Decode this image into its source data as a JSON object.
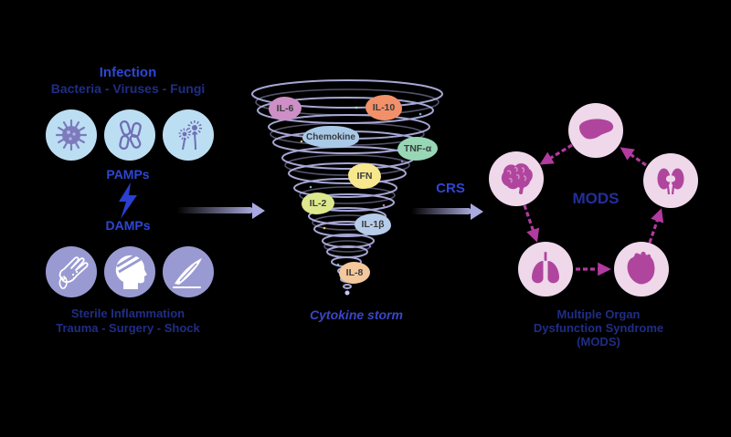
{
  "infection": {
    "title": "Infection",
    "subtitle": "Bacteria - Viruses - Fungi",
    "icons": [
      "virus-icon",
      "bacteria-icon",
      "fungi-icon"
    ]
  },
  "cascade": {
    "pamps_label": "PAMPs",
    "damps_label": "DAMPs",
    "icon": "lightning-bolt-icon"
  },
  "sterile": {
    "title": "Sterile Inflammation",
    "subtitle": "Trauma - Surgery - Shock",
    "icons": [
      "burn-hand-icon",
      "head-trauma-icon",
      "surgery-scalpel-icon"
    ]
  },
  "storm": {
    "caption": "Cytokine storm",
    "crs_label": "CRS",
    "cytokines": [
      {
        "label": "IL-6",
        "color": "#cd8fc5"
      },
      {
        "label": "IL-10",
        "color": "#f29069"
      },
      {
        "label": "Chemokine",
        "color": "#a9c9e8"
      },
      {
        "label": "TNF-α",
        "color": "#97d7b6"
      },
      {
        "label": "IFN",
        "color": "#f8e88d"
      },
      {
        "label": "IL-2",
        "color": "#dde88d"
      },
      {
        "label": "IL-1β",
        "color": "#b6cdea"
      },
      {
        "label": "IL-8",
        "color": "#f3c89d"
      }
    ]
  },
  "mods": {
    "center_label": "MODS",
    "caption_lines": [
      "Multiple Organ",
      "Dysfunction Syndrome",
      "(MODS)"
    ],
    "organs": [
      "liver-icon",
      "kidneys-icon",
      "heart-icon",
      "lungs-icon",
      "brain-icon"
    ]
  },
  "colors": {
    "background": "#000000",
    "accent_blue": "#2e46d4",
    "navy_text": "#202d85",
    "tornado_coil": "#b9b9ea",
    "pathogen_circle": "#bcdef2",
    "pathogen_icon": "#7b7bbd",
    "sterile_circle": "#9a9ad2",
    "sterile_icon": "#ffffff",
    "organ_circle": "#eed8ea",
    "organ_icon": "#b0459e",
    "connector_magenta": "#b23aa0",
    "arrow_lavender": "#a9a9e2"
  }
}
